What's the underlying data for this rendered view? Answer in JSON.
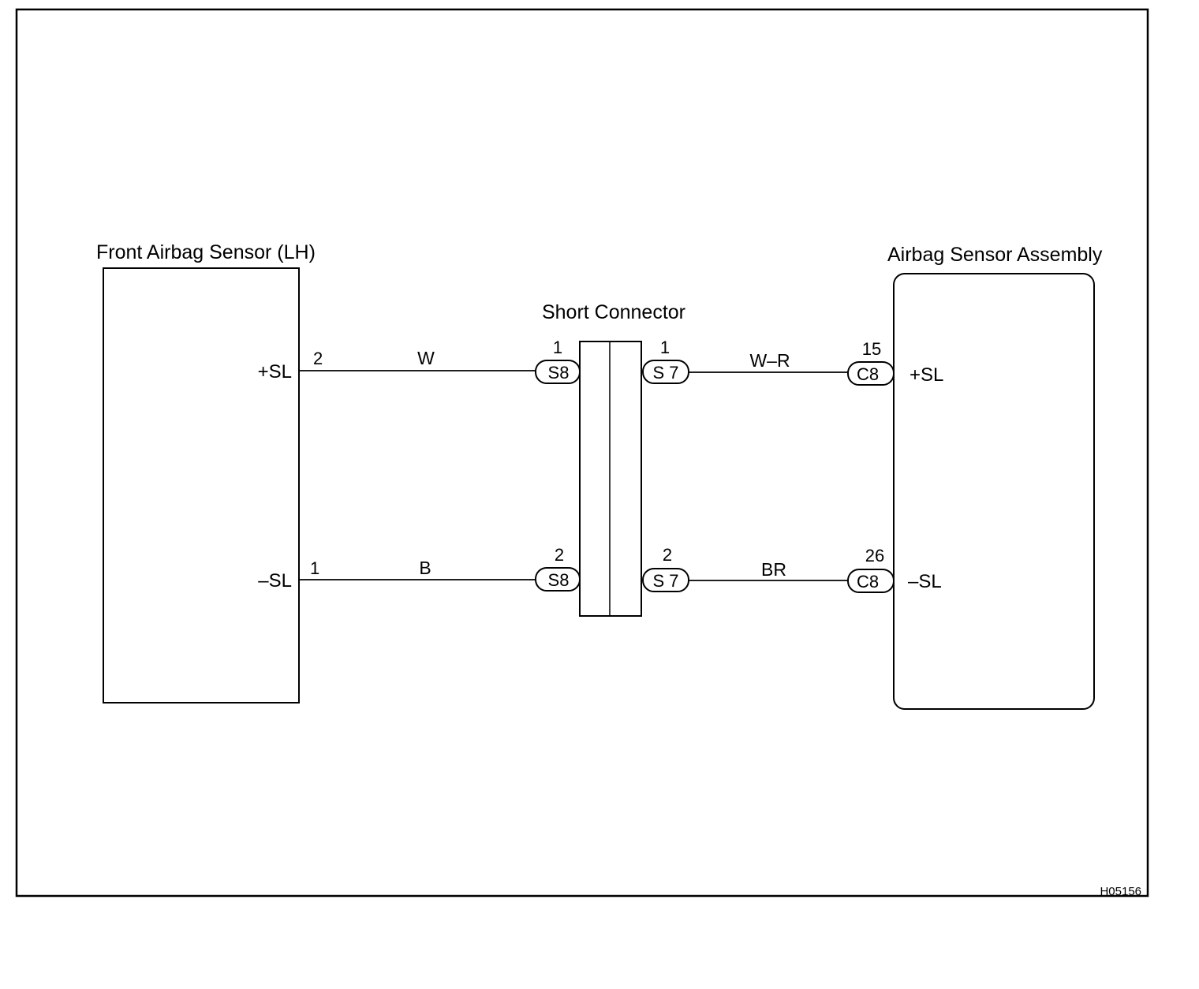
{
  "components": {
    "front_sensor": {
      "title": "Front Airbag Sensor (LH)",
      "pin_plus": "+SL",
      "pin_minus": "–SL"
    },
    "short_connector": {
      "title": "Short Connector"
    },
    "sensor_assembly": {
      "title": "Airbag Sensor Assembly",
      "pin_plus": "+SL",
      "pin_minus": "–SL"
    }
  },
  "wires": {
    "left_top": {
      "pin": "2",
      "color": "W"
    },
    "left_bottom": {
      "pin": "1",
      "color": "B"
    },
    "right_top": {
      "color": "W–R"
    },
    "right_bottom": {
      "color": "BR"
    }
  },
  "connectors": {
    "s8_top": {
      "id": "S8",
      "pin": "1"
    },
    "s8_bottom": {
      "id": "S8",
      "pin": "2"
    },
    "s7_top": {
      "id": "S 7",
      "pin": "1"
    },
    "s7_bottom": {
      "id": "S 7",
      "pin": "2"
    },
    "c8_top": {
      "id": "C8",
      "pin": "15"
    },
    "c8_bottom": {
      "id": "C8",
      "pin": "26"
    }
  },
  "figure_code": "H05156"
}
